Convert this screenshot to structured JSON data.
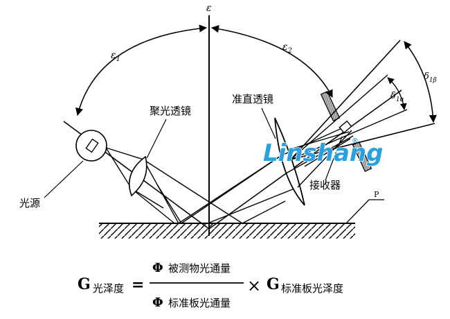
{
  "labels": {
    "axis_normal": "ε",
    "angle_incident": "ε",
    "angle_incident_sub": "1",
    "angle_reflect": "ε",
    "angle_reflect_sub": "2",
    "delta_alpha": "δ",
    "delta_alpha_sub": "1α",
    "delta_beta": "δ",
    "delta_beta_sub": "1β",
    "light_source": "光源",
    "condenser_lens": "聚光透镜",
    "collimator_lens": "准直透镜",
    "receiver": "接收器",
    "plane": "P"
  },
  "watermark": {
    "text": "Linshang",
    "registered": "®",
    "color": "#2aa0df"
  },
  "formula": {
    "lhs_symbol": "G",
    "lhs_sub": "光泽度",
    "equals": "=",
    "num_symbol": "Φ",
    "num_text": "被测物光通量",
    "den_symbol": "Φ",
    "den_text": "标准板光通量",
    "times": "×",
    "rhs_symbol": "G",
    "rhs_sub": "标准板光泽度"
  }
}
